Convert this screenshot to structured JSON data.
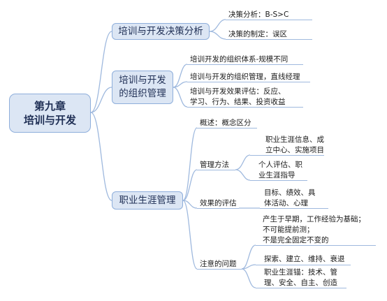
{
  "root": {
    "line1": "第九章",
    "line2": "培训与开发"
  },
  "b1": {
    "label": "培训与开发决策分析",
    "items": [
      "决策分析：B-S>C",
      "决策的制定：误区"
    ]
  },
  "b2": {
    "label_l1": "培训与开发",
    "label_l2": "的组织管理",
    "items": [
      {
        "l1": "培训开发的组织体系-规模不同"
      },
      {
        "l1": "培训与开发的组织管理，直线经理"
      },
      {
        "l1": "培训与开发效果评估：反应、",
        "l2": "学习、行为、结果、投资收益"
      }
    ]
  },
  "b3": {
    "label": "职业生涯管理",
    "overview": "概述：概念区分",
    "methods": {
      "label": "管理方法",
      "items": [
        {
          "l1": "职业生涯信息、成",
          "l2": "立中心、实施项目"
        },
        {
          "l1": "个人评估、职",
          "l2": "业生涯指导"
        }
      ]
    },
    "eval": {
      "label": "效果的评估",
      "l1": "目标、绩效、具",
      "l2": "体活动、心理"
    },
    "issues": {
      "label": "注意的问题",
      "items": [
        {
          "l1": "产生于早期，工作经验为基础；",
          "l2": "不可能提前测；",
          "l3": "不是完全固定不变的"
        },
        {
          "l1": "探索、建立、维持、衰退"
        },
        {
          "l1": "职业生涯锚：技术、管",
          "l2": "理、安全、自主、创造"
        }
      ]
    }
  }
}
